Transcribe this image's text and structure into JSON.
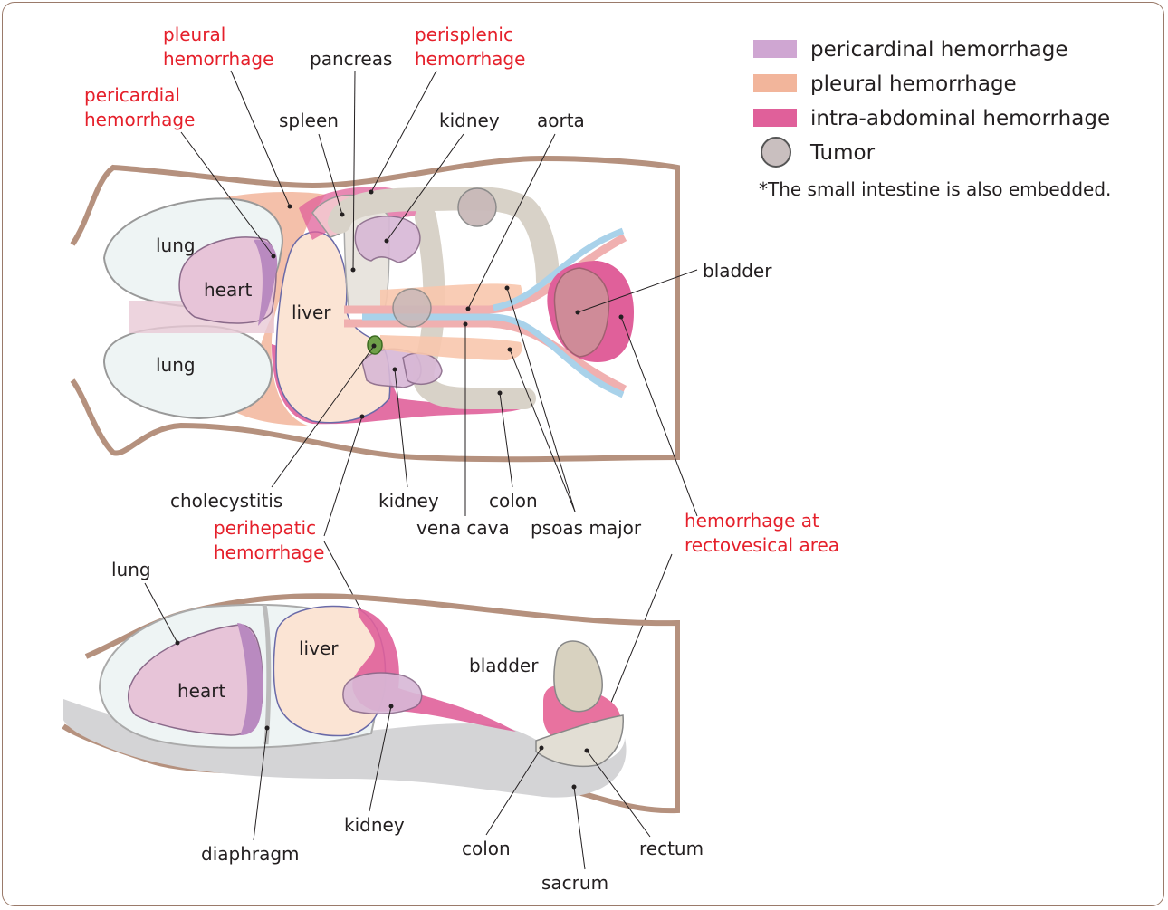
{
  "legend": {
    "items": [
      {
        "label": "pericardinal hemorrhage",
        "color": "#cfa6d2"
      },
      {
        "label": "pleural hemorrhage",
        "color": "#f2b59b"
      },
      {
        "label": "intra-abdominal hemorrhage",
        "color": "#e0609a"
      },
      {
        "label": "Tumor",
        "color": "#c9bfbf",
        "icon": "circle"
      }
    ],
    "note": "*The small intestine is also embedded."
  },
  "top_view": {
    "pleural_hemorrhage": [
      "pleural",
      "hemorrhage"
    ],
    "pericardial_hemorrhage": [
      "pericardial",
      "hemorrhage"
    ],
    "perisplenic_hemorrhage": [
      "perisplenic",
      "hemorrhage"
    ],
    "pancreas": "pancreas",
    "spleen": "spleen",
    "kidney_upper": "kidney",
    "aorta": "aorta",
    "bladder": "bladder",
    "lung_upper": "lung",
    "lung_lower": "lung",
    "heart": "heart",
    "liver": "liver",
    "cholecystitis": "cholecystitis",
    "kidney_lower": "kidney",
    "colon": "colon",
    "vena_cava": "vena cava",
    "psoas_major": "psoas major",
    "perihepatic_hemorrhage": [
      "perihepatic",
      "hemorrhage"
    ],
    "rectovesical_hemorrhage": [
      "hemorrhage at",
      "rectovesical area"
    ]
  },
  "side_view": {
    "lung": "lung",
    "liver": "liver",
    "heart": "heart",
    "bladder": "bladder",
    "kidney": "kidney",
    "diaphragm": "diaphragm",
    "colon": "colon",
    "rectum": "rectum",
    "sacrum": "sacrum"
  },
  "colors": {
    "body_outline": "#b5917e",
    "red_label": "#e5202b",
    "lung_fill": "#eef4f4",
    "liver_fill": "#fbe4d4",
    "organ_grey": "#d8d2c8"
  }
}
